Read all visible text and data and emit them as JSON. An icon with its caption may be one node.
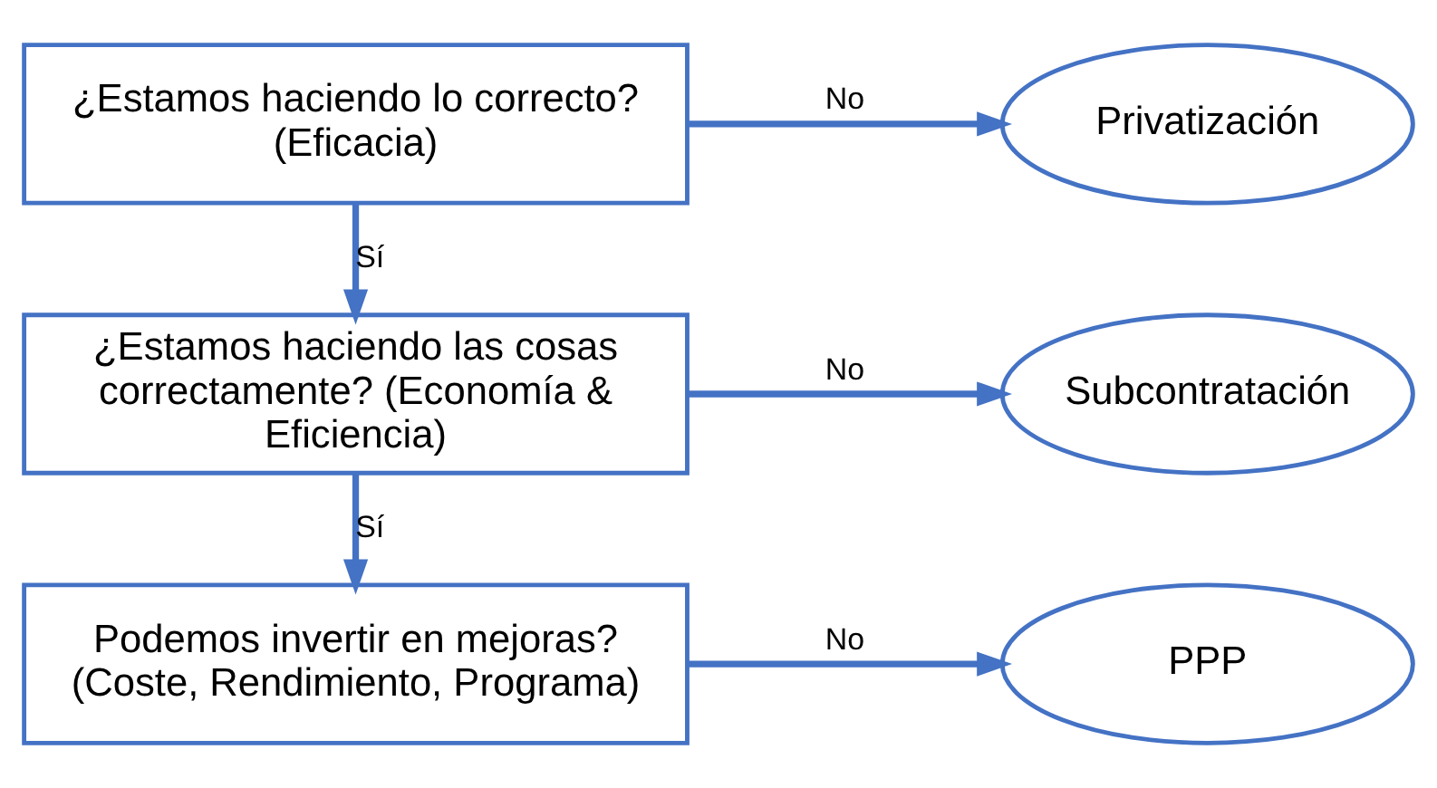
{
  "diagram": {
    "nodes": [
      {
        "text": [
          "¿Estamos haciendo lo correcto? (Eficacia)"
        ]
      },
      {
        "text": [
          "Privatización"
        ]
      },
      {
        "text": [
          "¿Estamos haciendo las cosas correctamente? (Economía & Eficiencia)"
        ]
      },
      {
        "text": [
          "Subcontratación"
        ]
      },
      {
        "text": [
          "Podemos invertir en mejoras? (Coste, Rendimiento, Programa)"
        ]
      },
      {
        "text": [
          "PPP"
        ]
      }
    ],
    "edges": [
      {
        "from": 0,
        "to": 1,
        "arrow": "to",
        "label": "No"
      },
      {
        "from": 0,
        "to": 2,
        "arrow": "to",
        "label": "Sí"
      },
      {
        "from": 2,
        "to": 3,
        "arrow": "to",
        "label": "No"
      },
      {
        "from": 2,
        "to": 4,
        "arrow": "to",
        "label": "Sí"
      },
      {
        "from": 4,
        "to": 5,
        "arrow": "to",
        "label": "No"
      }
    ]
  }
}
